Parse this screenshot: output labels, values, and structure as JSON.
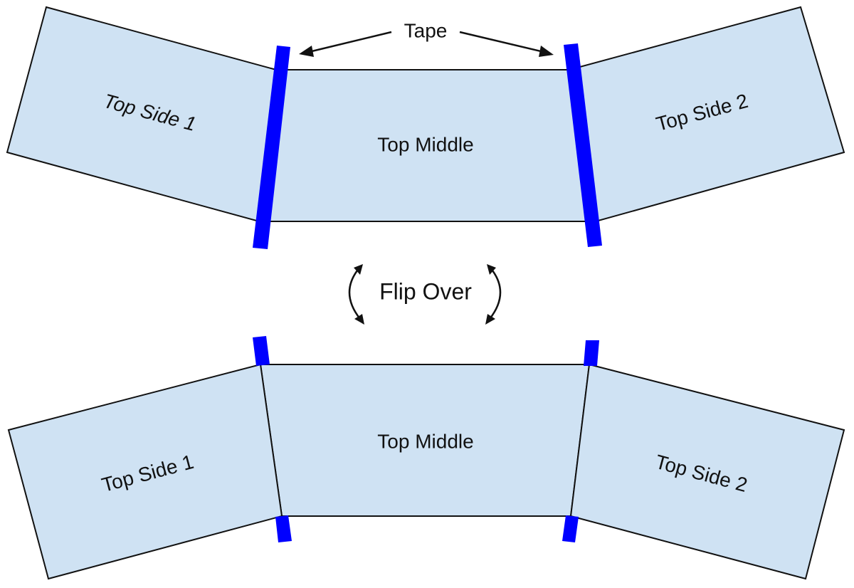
{
  "colors": {
    "panel_fill": "#cfe2f3",
    "tape": "#0000ff",
    "outline": "#111111"
  },
  "top_diagram": {
    "callout": "Tape",
    "left_panel": "Top Side 1",
    "middle_panel": "Top Middle",
    "right_panel": "Top Side 2"
  },
  "transition": {
    "label": "Flip Over",
    "icon": "rotate-arrows-icon"
  },
  "bottom_diagram": {
    "left_panel": "Top Side 1",
    "middle_panel": "Top Middle",
    "right_panel": "Top Side 2"
  }
}
